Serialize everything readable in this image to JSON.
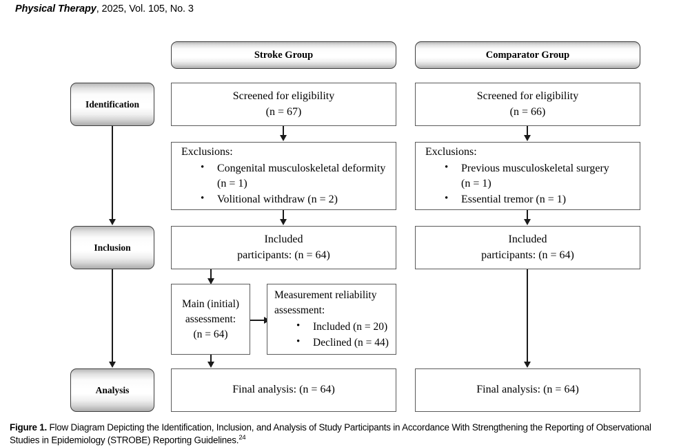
{
  "header": {
    "journal": "Physical Therapy",
    "issue": ", 2025, Vol. 105, No. 3"
  },
  "diagram": {
    "column_headers": [
      {
        "id": "stroke-group",
        "label": "Stroke Group"
      },
      {
        "id": "comparator-group",
        "label": "Comparator Group"
      }
    ],
    "stage_labels": [
      {
        "id": "identification",
        "label": "Identification"
      },
      {
        "id": "inclusion",
        "label": "Inclusion"
      },
      {
        "id": "analysis",
        "label": "Analysis"
      }
    ],
    "stroke": {
      "screened": {
        "line1": "Screened for eligibility",
        "line2": "(n = 67)"
      },
      "exclusions": {
        "title": "Exclusions:",
        "items": [
          {
            "text": "Congenital musculoskeletal deformity",
            "sub": "(n = 1)"
          },
          {
            "text": "Volitional withdraw (n = 2)",
            "sub": ""
          }
        ]
      },
      "included": {
        "line1": "Included",
        "line2": "participants: (n = 64)"
      },
      "main_assessment": {
        "line1": "Main (initial)",
        "line2": "assessment:",
        "line3": "(n = 64)"
      },
      "reliability_assessment": {
        "line1": "Measurement reliability",
        "line2": "assessment:",
        "items": [
          "Included (n = 20)",
          "Declined (n = 44)"
        ]
      },
      "final": {
        "line1": "Final analysis: (n = 64)"
      }
    },
    "comparator": {
      "screened": {
        "line1": "Screened for eligibility",
        "line2": "(n = 66)"
      },
      "exclusions": {
        "title": "Exclusions:",
        "items": [
          {
            "text": "Previous musculoskeletal surgery",
            "sub": "(n = 1)"
          },
          {
            "text": "Essential tremor (n = 1)",
            "sub": ""
          }
        ]
      },
      "included": {
        "line1": "Included",
        "line2": "participants: (n = 64)"
      },
      "final": {
        "line1": "Final analysis: (n = 64)"
      }
    }
  },
  "caption": {
    "label": "Figure 1.",
    "text": " Flow Diagram Depicting the Identification, Inclusion, and Analysis of Study Participants in Accordance With Strengthening the Reporting of Observational Studies in Epidemiology (STROBE) Reporting Guidelines.",
    "reference": "24"
  }
}
